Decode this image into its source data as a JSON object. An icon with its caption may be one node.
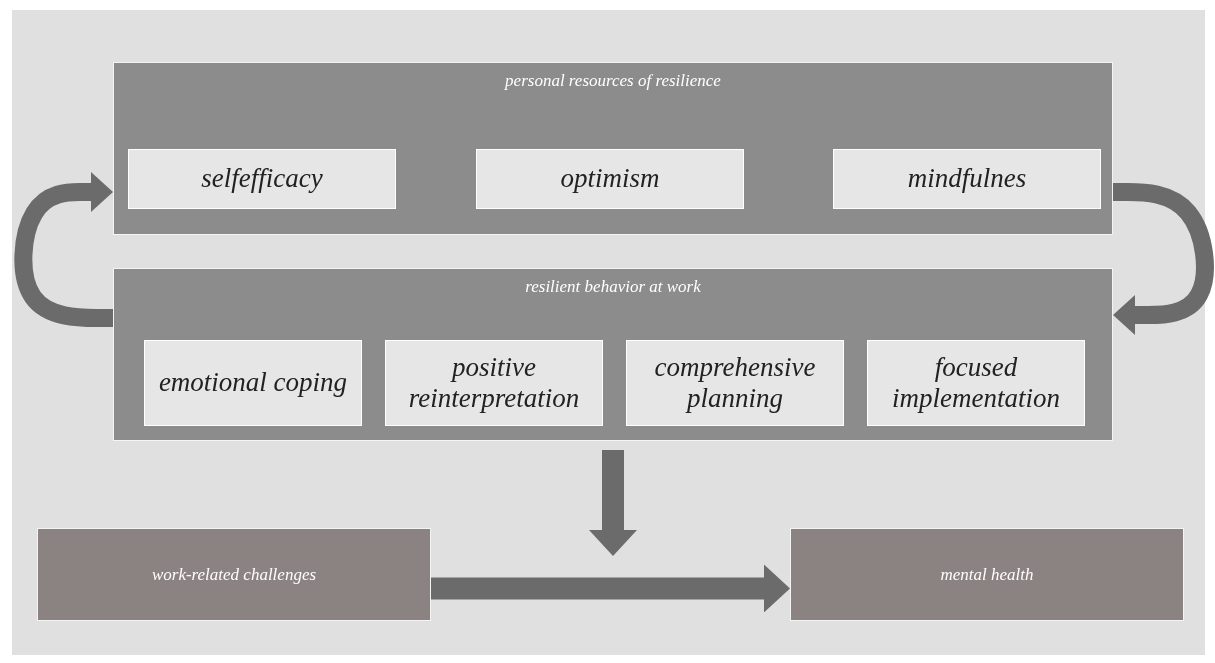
{
  "diagram": {
    "nodes": [
      {
        "text": [
          "personal resources of resilience"
        ]
      },
      {
        "text": [
          "selfefficacy"
        ],
        "in": 0
      },
      {
        "text": [
          "optimism"
        ],
        "in": 0
      },
      {
        "text": [
          "mindfulnes"
        ],
        "in": 0
      },
      {
        "text": [
          "resilient behavior at work"
        ]
      },
      {
        "text": [
          "emotional coping"
        ],
        "in": 4
      },
      {
        "text": [
          "positive reinterpretation"
        ],
        "in": 4
      },
      {
        "text": [
          "comprehensive planning"
        ],
        "in": 4
      },
      {
        "text": [
          "focused implementation"
        ],
        "in": 4
      },
      {
        "text": [
          "work-related challenges"
        ]
      },
      {
        "text": [
          "mental health"
        ]
      }
    ],
    "edges": [
      {
        "from": 0,
        "to": 4,
        "arrow": "to"
      },
      {
        "from": 4,
        "to": 0,
        "arrow": "to"
      },
      {
        "from": 4,
        "to": null,
        "arrow": "to"
      },
      {
        "from": 9,
        "to": 10,
        "arrow": "to"
      }
    ]
  }
}
